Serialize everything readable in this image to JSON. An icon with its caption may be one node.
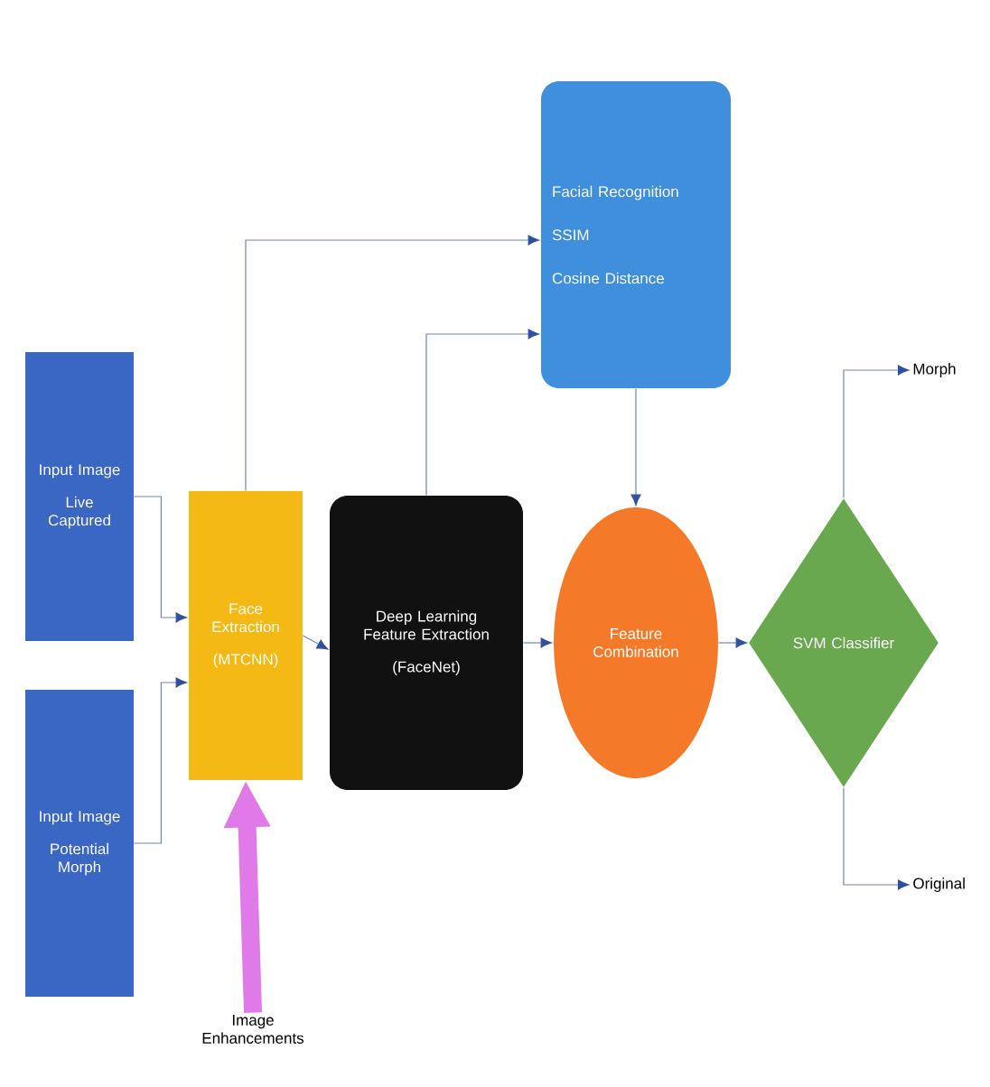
{
  "diagram": {
    "nodes": [
      {
        "text": [
          "Input Image",
          "Live Captured"
        ]
      },
      {
        "text": [
          "Input Image",
          "Potential Morph"
        ]
      },
      {
        "text": [
          "Face Extraction",
          "(MTCNN)"
        ]
      },
      {
        "text": [
          "Deep Learning Feature Extraction",
          "(FaceNet)"
        ]
      },
      {
        "text": [
          "Facial Recognition",
          "SSIM",
          "Cosine Distance"
        ]
      },
      {
        "text": [
          "Feature Combination"
        ]
      },
      {
        "text": [
          "SVM Classifier"
        ]
      },
      {
        "text": [
          "Morph"
        ]
      },
      {
        "text": [
          "Original"
        ]
      },
      {
        "text": [
          "Image Enhancements"
        ]
      }
    ],
    "edges": [
      {
        "from": 0,
        "to": 2,
        "arrow": "to"
      },
      {
        "from": 1,
        "to": 2,
        "arrow": "to"
      },
      {
        "from": 2,
        "to": 4,
        "arrow": "to"
      },
      {
        "from": 3,
        "to": 4,
        "arrow": "to"
      },
      {
        "from": 2,
        "to": 3,
        "arrow": "to"
      },
      {
        "from": 3,
        "to": 5,
        "arrow": "to"
      },
      {
        "from": 4,
        "to": 5,
        "arrow": "to"
      },
      {
        "from": 5,
        "to": 6,
        "arrow": "to"
      },
      {
        "from": 6,
        "to": 7,
        "arrow": "to"
      },
      {
        "from": 6,
        "to": 8,
        "arrow": "to"
      },
      {
        "from": 9,
        "to": 2,
        "arrow": "to",
        "style": "thick",
        "color": "#e07ae8"
      }
    ]
  }
}
